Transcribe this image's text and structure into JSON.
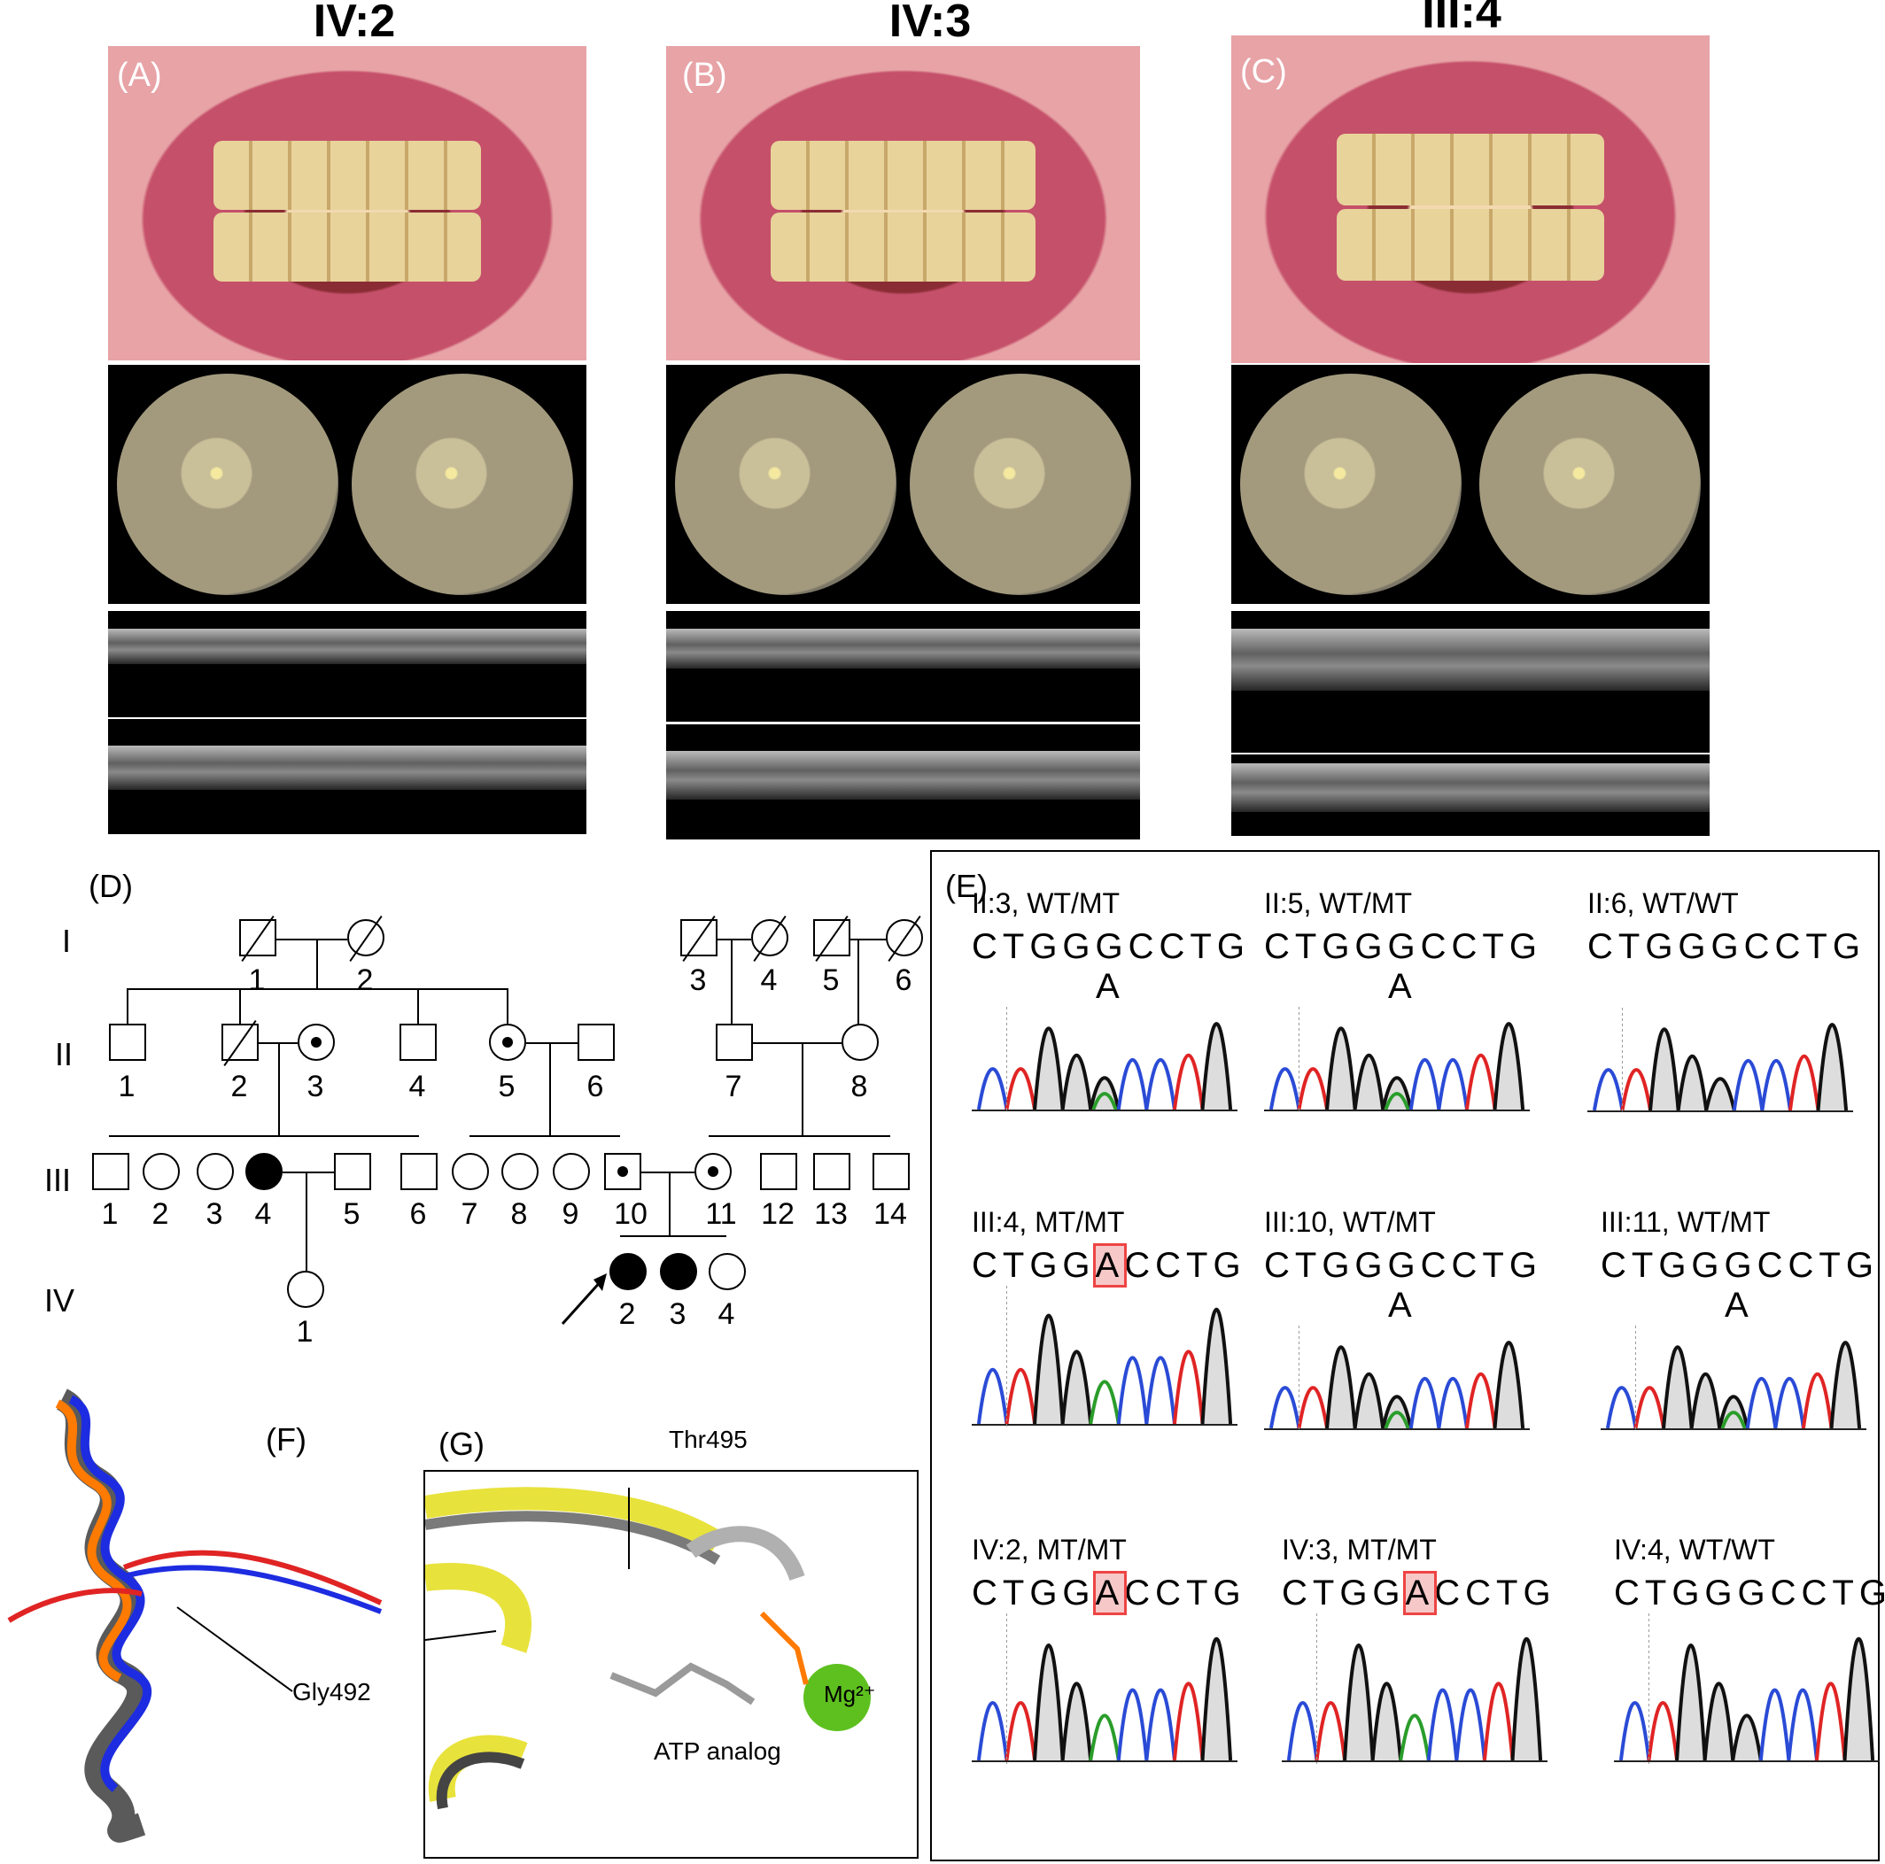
{
  "columns": [
    {
      "title": "IV:2",
      "letter": "(A)"
    },
    {
      "title": "IV:3",
      "letter": "(B)"
    },
    {
      "title": "III:4",
      "letter": "(C)"
    }
  ],
  "panels": {
    "pedigree_letter": "(D)",
    "sequencing_letter": "(E)",
    "structure_f_letter": "(F)",
    "structure_g_letter": "(G)"
  },
  "pedigree": {
    "generations": [
      "I",
      "II",
      "III",
      "IV"
    ],
    "numbers": {
      "I": [
        "1",
        "2",
        "3",
        "4",
        "5",
        "6"
      ],
      "II": [
        "1",
        "2",
        "3",
        "4",
        "5",
        "6",
        "7",
        "8"
      ],
      "III": [
        "1",
        "2",
        "3",
        "4",
        "5",
        "6",
        "7",
        "8",
        "9",
        "10",
        "11",
        "12",
        "13",
        "14"
      ],
      "IV": [
        "1",
        "2",
        "3",
        "4"
      ]
    }
  },
  "sequencing": [
    {
      "label": "II:3, WT/MT",
      "seq": "CTGGGCCTG",
      "alt": "A",
      "highlight": false
    },
    {
      "label": "II:5, WT/MT",
      "seq": "CTGGGCCTG",
      "alt": "A",
      "highlight": false
    },
    {
      "label": "II:6, WT/WT",
      "seq": "CTGGGCCTG",
      "alt": "",
      "highlight": false
    },
    {
      "label": "III:4, MT/MT",
      "seq_pre": "CTGG",
      "seq_mut": "A",
      "seq_post": "CCTG",
      "highlight": true
    },
    {
      "label": "III:10, WT/MT",
      "seq": "CTGGGCCTG",
      "alt": "A",
      "highlight": false
    },
    {
      "label": "III:11, WT/MT",
      "seq": "CTGGGCCTG",
      "alt": "A",
      "highlight": false
    },
    {
      "label": "IV:2, MT/MT",
      "seq_pre": "CTGG",
      "seq_mut": "A",
      "seq_post": "CCTG",
      "highlight": true
    },
    {
      "label": "IV:3, MT/MT",
      "seq_pre": "CTGG",
      "seq_mut": "A",
      "seq_post": "CCTG",
      "highlight": true
    },
    {
      "label": "IV:4, WT/WT",
      "seq": "CTGGGCCTG",
      "alt": "",
      "highlight": false
    }
  ],
  "structure": {
    "gly_label": "Gly492",
    "thr_label": "Thr495",
    "atp_label": "ATP analog",
    "mg_label": "Mg²⁺"
  },
  "colors": {
    "trace_a": "#2a9d2a",
    "trace_c": "#2a4bd6",
    "trace_g": "#111111",
    "trace_t": "#e02424",
    "highlight": "#e44444"
  }
}
